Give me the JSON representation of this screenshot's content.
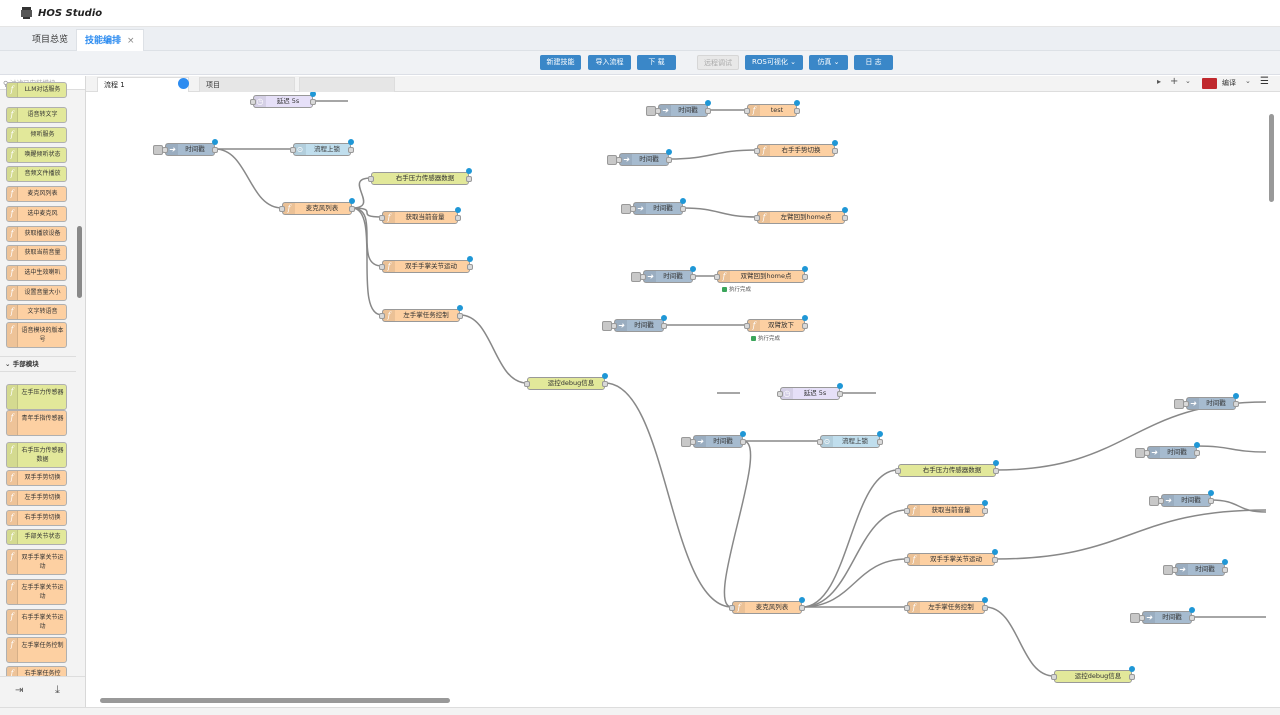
{
  "app": {
    "title": "HOS Studio"
  },
  "project_tabs": [
    {
      "label": "项目总览"
    },
    {
      "label": "技能编排",
      "close": "×"
    }
  ],
  "toolbar": {
    "new_skill": "新建技能",
    "import_flow": "导入流程",
    "download": "下 载",
    "remote_debug": "远程调试",
    "ros_vis": "ROS可视化",
    "simulate": "仿真",
    "log": "日 志"
  },
  "sidebar": {
    "search_placeholder": "过滤已安装模块",
    "section_title": "手部模块",
    "items_top": [
      "LLM对话服务",
      "语音转文字",
      "倾听服务",
      "唤醒倾听状态",
      "音频文件播放",
      "麦克风列表",
      "选中麦克风",
      "获取播放设备",
      "获取当前音量",
      "选中生效喇叭",
      "设置音量大小",
      "文字转语音",
      "语音模块的版本号"
    ],
    "items_hand": [
      "左手压力传感器",
      "青年手指传感器",
      "右手压力传感器数据",
      "双手手势切换",
      "左手手势切换",
      "右手手势切换",
      "手部关节状态",
      "双手手掌关节运动",
      "左手手掌关节运动",
      "右手手掌关节运动",
      "左手掌任务控制",
      "右手掌任务控"
    ]
  },
  "workspace": {
    "tabs": [
      "流程 1",
      "项目",
      ""
    ],
    "edit_label": "编译"
  },
  "nodes": {
    "delay": "延迟 5s",
    "timestamp": "时间戳",
    "flow_lock": "流程上锁",
    "right_pressure": "右手压力传感器数据",
    "mic_list": "麦克风列表",
    "get_volume": "获取当前音量",
    "dual_joint": "双手手掌关节运动",
    "left_task": "左手掌任务控制",
    "debug_info": "运控debug信息",
    "test": "test",
    "right_gesture": "右手手势切换",
    "left_home": "左臂回到home点",
    "dual_home": "双臂回到home点",
    "dual_down": "双臂放下",
    "done": "执行完成"
  }
}
